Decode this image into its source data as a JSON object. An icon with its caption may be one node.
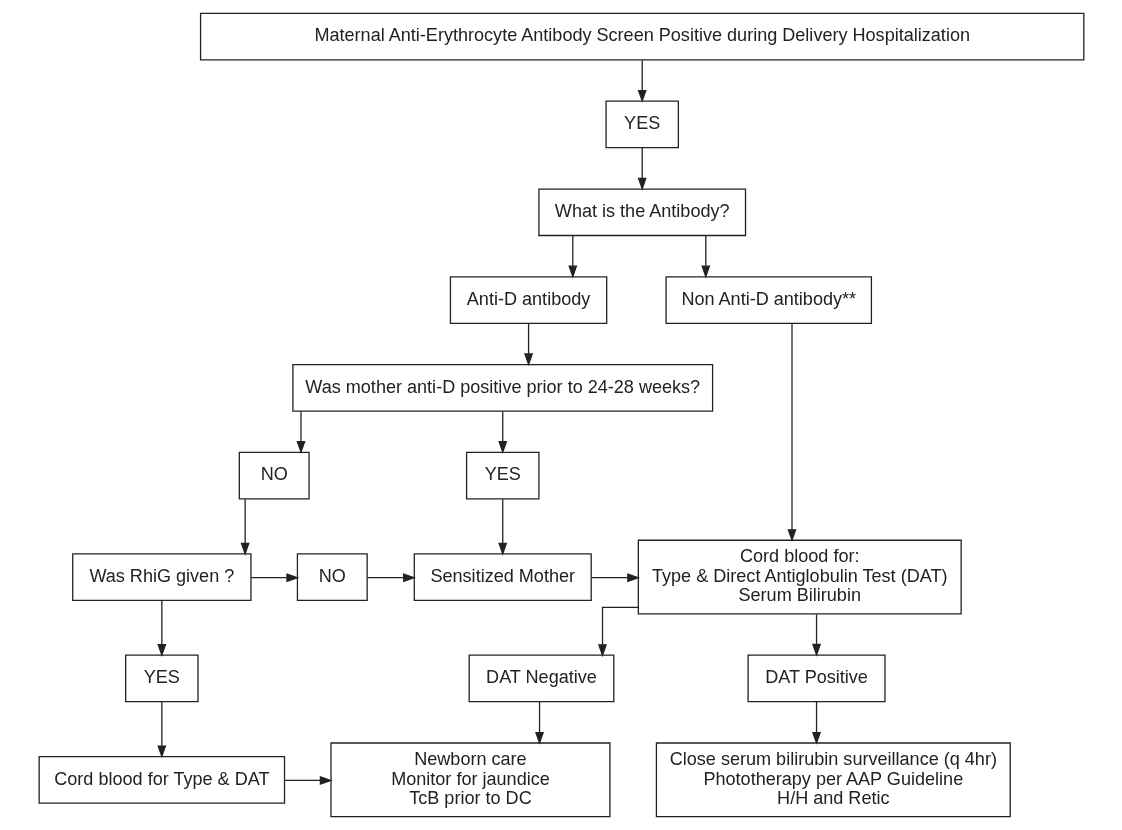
{
  "diagram": {
    "nodes": [
      {
        "text": [
          "Maternal Anti-Erythrocyte Antibody Screen Positive during Delivery Hospitalization"
        ]
      },
      {
        "text": [
          "YES"
        ]
      },
      {
        "text": [
          "What is the Antibody?"
        ]
      },
      {
        "text": [
          "Anti-D antibody"
        ]
      },
      {
        "text": [
          "Non Anti-D antibody**"
        ]
      },
      {
        "text": [
          "Was mother anti-D positive prior to 24-28 weeks?"
        ]
      },
      {
        "text": [
          "Cord blood for:",
          "Type & Direct Antiglobulin Test (DAT)",
          "Serum Bilirubin"
        ]
      },
      {
        "text": [
          "NO"
        ]
      },
      {
        "text": [
          "YES"
        ]
      },
      {
        "text": [
          "Was RhiG given ?"
        ]
      },
      {
        "text": [
          "NO"
        ]
      },
      {
        "text": [
          "Sensitized Mother"
        ]
      },
      {
        "text": [
          "DAT Negative"
        ]
      },
      {
        "text": [
          "DAT Positive"
        ]
      },
      {
        "text": [
          "YES"
        ]
      },
      {
        "text": [
          "Cord blood for Type & DAT"
        ]
      },
      {
        "text": [
          "Newborn care",
          "Monitor for jaundice",
          "TcB prior to DC"
        ]
      },
      {
        "text": [
          "Close serum bilirubin surveillance (q 4hr)",
          "Phototherapy per AAP Guideline",
          "H/H and Retic"
        ]
      }
    ],
    "edges": [
      {
        "from": 0,
        "to": 1,
        "arrow": "to"
      },
      {
        "from": 1,
        "to": 2,
        "arrow": "to"
      },
      {
        "from": 2,
        "to": 3,
        "arrow": "to"
      },
      {
        "from": 2,
        "to": 4,
        "arrow": "to"
      },
      {
        "from": 3,
        "to": 5,
        "arrow": "to"
      },
      {
        "from": 4,
        "to": 6,
        "arrow": "to"
      },
      {
        "from": 5,
        "to": 7,
        "arrow": "to"
      },
      {
        "from": 5,
        "to": 8,
        "arrow": "to"
      },
      {
        "from": 7,
        "to": 9,
        "arrow": "to"
      },
      {
        "from": 8,
        "to": 11,
        "arrow": "to"
      },
      {
        "from": 9,
        "to": 10,
        "arrow": "to"
      },
      {
        "from": 10,
        "to": 11,
        "arrow": "to"
      },
      {
        "from": 11,
        "to": 6,
        "arrow": "to"
      },
      {
        "from": 6,
        "to": 12,
        "arrow": "to"
      },
      {
        "from": 6,
        "to": 13,
        "arrow": "to"
      },
      {
        "from": 9,
        "to": 14,
        "arrow": "to"
      },
      {
        "from": 14,
        "to": 15,
        "arrow": "to"
      },
      {
        "from": 15,
        "to": 16,
        "arrow": "to"
      },
      {
        "from": 12,
        "to": 16,
        "arrow": "to"
      },
      {
        "from": 13,
        "to": 17,
        "arrow": "to"
      }
    ]
  }
}
